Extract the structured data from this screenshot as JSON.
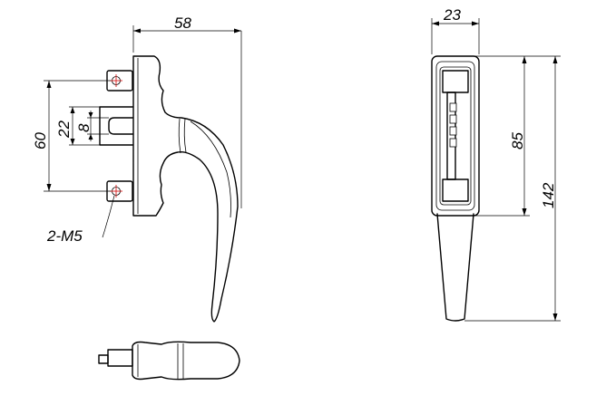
{
  "front_view": {
    "dim_width": "58",
    "dim_mount_span": "60",
    "dim_slot_outer": "22",
    "dim_slot_inner": "8",
    "dim_screw_label": "2-M5"
  },
  "side_view": {
    "dim_width": "23",
    "dim_base_height": "85",
    "dim_total_height": "142"
  },
  "colors": {
    "line": "#000000",
    "screw_mark": "#d81e1e",
    "background": "#ffffff"
  }
}
